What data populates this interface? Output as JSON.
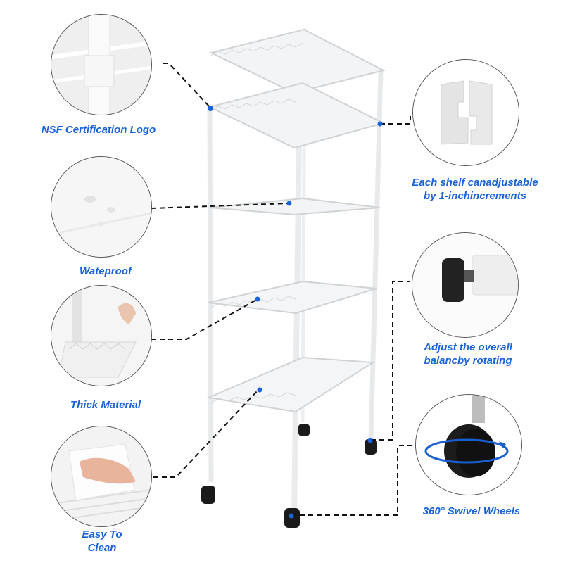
{
  "product": {
    "name": "5-tier white wire storage shelf with wheels",
    "accent_color": "#1a63d8",
    "connector_color": "#111111",
    "dot_color": "#1a63d8"
  },
  "callouts": {
    "left": [
      {
        "id": "nsf",
        "label": "NSF Certification Logo",
        "image": "pole-joint-closeup"
      },
      {
        "id": "waterproof",
        "label": "Wateproof",
        "image": "water-droplets-on-liner"
      },
      {
        "id": "thick",
        "label": "Thick Material",
        "image": "hand-lifting-liner-corner"
      },
      {
        "id": "clean",
        "label_line1": "Easy To",
        "label_line2": "Clean",
        "image": "hand-wiping-with-cloth"
      }
    ],
    "right": [
      {
        "id": "adjustable",
        "label_line1": "Each shelf canadjustable",
        "label_line2": "by 1-inchincrements",
        "image": "plastic-sleeve-clips"
      },
      {
        "id": "leveling",
        "label_line1": "Adjust the overall",
        "label_line2": "balancby rotating",
        "image": "leveling-foot-knob"
      },
      {
        "id": "wheels",
        "label": "360° Swivel Wheels",
        "image": "black-caster-wheel-with-rotation-arrow"
      }
    ]
  }
}
